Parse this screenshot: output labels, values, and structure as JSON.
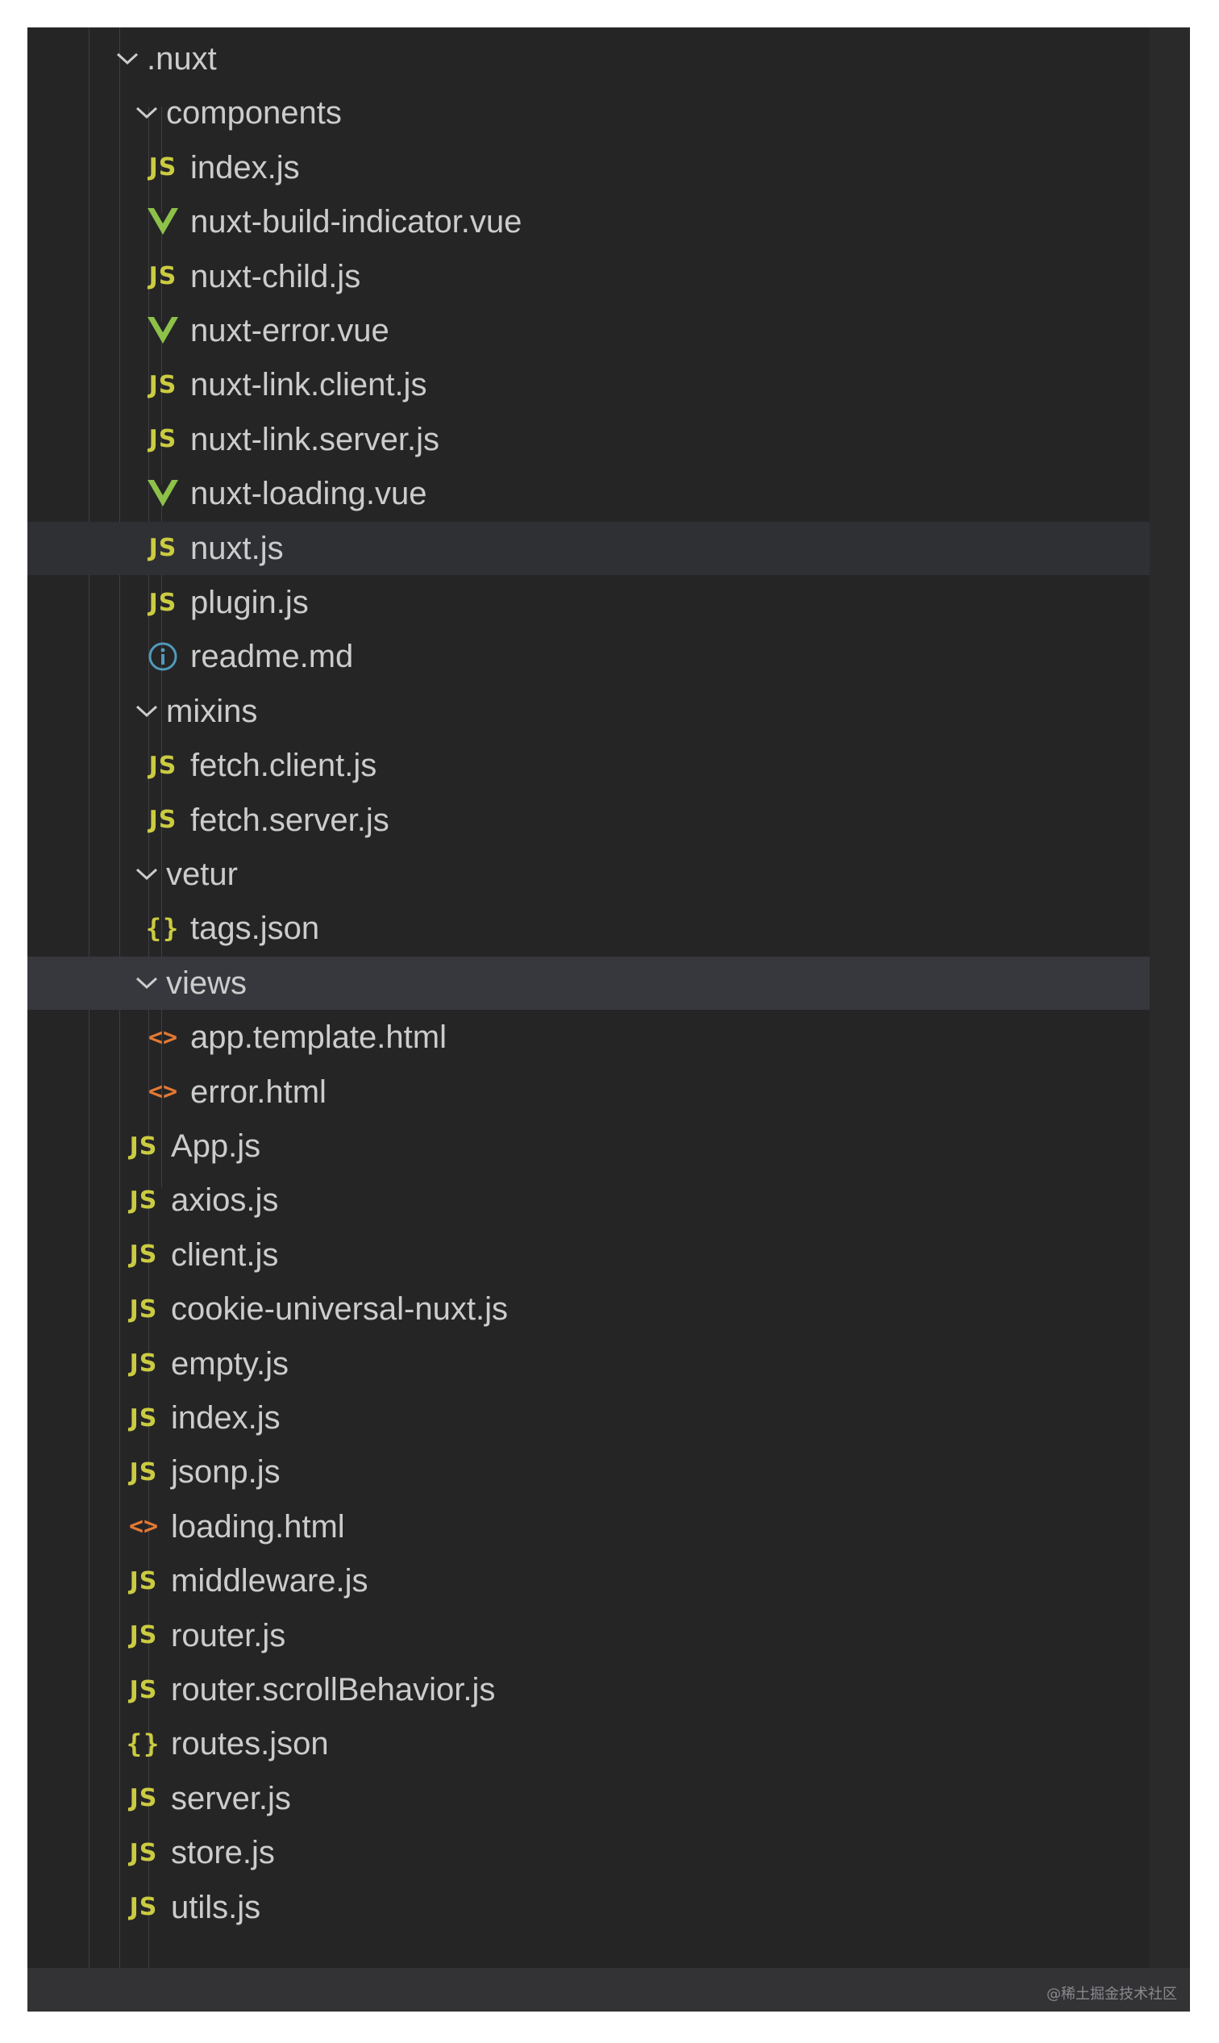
{
  "explorer": {
    "items": [
      {
        "label": ".nuxt",
        "kind": "folder",
        "depth": 0,
        "icon": "chevron-down-icon"
      },
      {
        "label": "components",
        "kind": "folder",
        "depth": 1,
        "icon": "chevron-down-icon"
      },
      {
        "label": "index.js",
        "kind": "js",
        "depth": 2,
        "icon": "javascript-file-icon"
      },
      {
        "label": "nuxt-build-indicator.vue",
        "kind": "vue",
        "depth": 2,
        "icon": "vue-file-icon"
      },
      {
        "label": "nuxt-child.js",
        "kind": "js",
        "depth": 2,
        "icon": "javascript-file-icon"
      },
      {
        "label": "nuxt-error.vue",
        "kind": "vue",
        "depth": 2,
        "icon": "vue-file-icon"
      },
      {
        "label": "nuxt-link.client.js",
        "kind": "js",
        "depth": 2,
        "icon": "javascript-file-icon"
      },
      {
        "label": "nuxt-link.server.js",
        "kind": "js",
        "depth": 2,
        "icon": "javascript-file-icon"
      },
      {
        "label": "nuxt-loading.vue",
        "kind": "vue",
        "depth": 2,
        "icon": "vue-file-icon"
      },
      {
        "label": "nuxt.js",
        "kind": "js",
        "depth": 2,
        "icon": "javascript-file-icon",
        "state": "selected"
      },
      {
        "label": "plugin.js",
        "kind": "js",
        "depth": 2,
        "icon": "javascript-file-icon"
      },
      {
        "label": "readme.md",
        "kind": "info",
        "depth": 2,
        "icon": "info-file-icon"
      },
      {
        "label": "mixins",
        "kind": "folder",
        "depth": 1,
        "icon": "chevron-down-icon"
      },
      {
        "label": "fetch.client.js",
        "kind": "js",
        "depth": 2,
        "icon": "javascript-file-icon"
      },
      {
        "label": "fetch.server.js",
        "kind": "js",
        "depth": 2,
        "icon": "javascript-file-icon"
      },
      {
        "label": "vetur",
        "kind": "folder",
        "depth": 1,
        "icon": "chevron-down-icon"
      },
      {
        "label": "tags.json",
        "kind": "json",
        "depth": 2,
        "icon": "json-file-icon"
      },
      {
        "label": "views",
        "kind": "folder",
        "depth": 1,
        "icon": "chevron-down-icon",
        "state": "highlighted"
      },
      {
        "label": "app.template.html",
        "kind": "html",
        "depth": 2,
        "icon": "html-file-icon"
      },
      {
        "label": "error.html",
        "kind": "html",
        "depth": 2,
        "icon": "html-file-icon"
      },
      {
        "label": "App.js",
        "kind": "js",
        "depth": 1,
        "icon": "javascript-file-icon"
      },
      {
        "label": "axios.js",
        "kind": "js",
        "depth": 1,
        "icon": "javascript-file-icon"
      },
      {
        "label": "client.js",
        "kind": "js",
        "depth": 1,
        "icon": "javascript-file-icon"
      },
      {
        "label": "cookie-universal-nuxt.js",
        "kind": "js",
        "depth": 1,
        "icon": "javascript-file-icon"
      },
      {
        "label": "empty.js",
        "kind": "js",
        "depth": 1,
        "icon": "javascript-file-icon"
      },
      {
        "label": "index.js",
        "kind": "js",
        "depth": 1,
        "icon": "javascript-file-icon"
      },
      {
        "label": "jsonp.js",
        "kind": "js",
        "depth": 1,
        "icon": "javascript-file-icon"
      },
      {
        "label": "loading.html",
        "kind": "html",
        "depth": 1,
        "icon": "html-file-icon"
      },
      {
        "label": "middleware.js",
        "kind": "js",
        "depth": 1,
        "icon": "javascript-file-icon"
      },
      {
        "label": "router.js",
        "kind": "js",
        "depth": 1,
        "icon": "javascript-file-icon"
      },
      {
        "label": "router.scrollBehavior.js",
        "kind": "js",
        "depth": 1,
        "icon": "javascript-file-icon"
      },
      {
        "label": "routes.json",
        "kind": "json",
        "depth": 1,
        "icon": "json-file-icon"
      },
      {
        "label": "server.js",
        "kind": "js",
        "depth": 1,
        "icon": "javascript-file-icon"
      },
      {
        "label": "store.js",
        "kind": "js",
        "depth": 1,
        "icon": "javascript-file-icon"
      },
      {
        "label": "utils.js",
        "kind": "js",
        "depth": 1,
        "icon": "javascript-file-icon"
      }
    ]
  },
  "icon_glyphs": {
    "js": "JS",
    "json": "{}",
    "html": "<>"
  },
  "colors": {
    "background": "#252526",
    "text": "#cccccc",
    "js": "#cbcb41",
    "vue": "#8dc149",
    "html": "#e37933",
    "info": "#519aba",
    "selected_row": "#2f3034",
    "highlighted_row": "#37383d"
  },
  "watermark": "@稀土掘金技术社区"
}
